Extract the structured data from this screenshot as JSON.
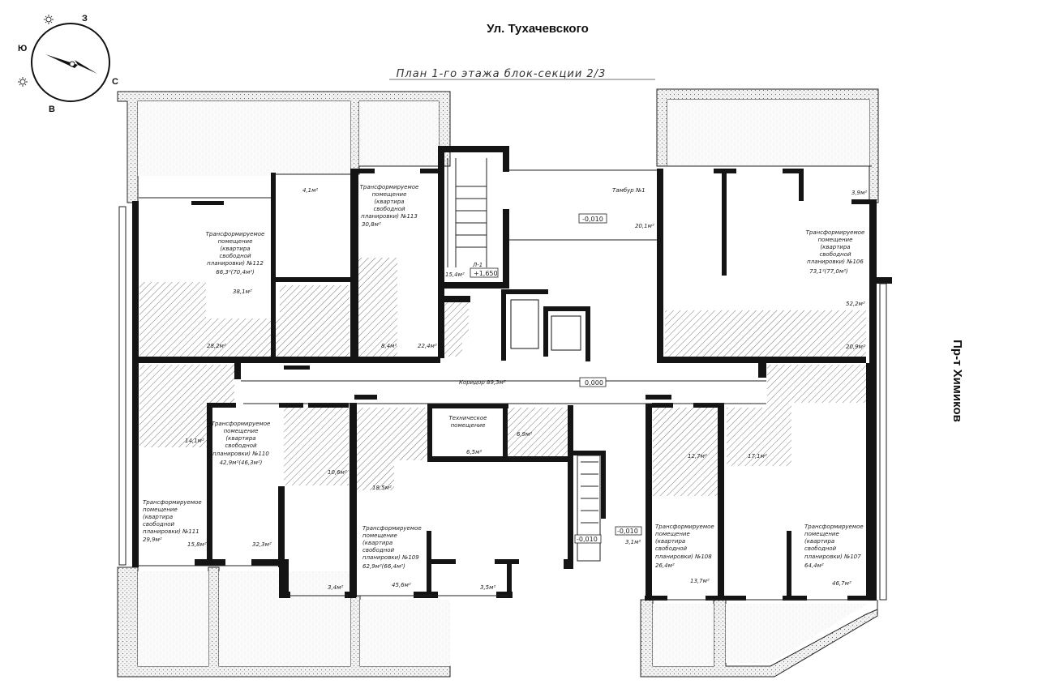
{
  "streets": {
    "top": "Ул. Тухачевского",
    "right": "Пр-т Химиков"
  },
  "plan_title": "План 1-го этажа блок-секции 2/3",
  "compass": {
    "n": "З",
    "s": "В",
    "e": "С",
    "w": "Ю"
  },
  "rooms": [
    {
      "id": "r112",
      "lines": [
        "Трансформируемое",
        "помещение",
        "(квартира",
        "свободной",
        "планировки) №112"
      ],
      "area": "66,3²(70,4м²)"
    },
    {
      "id": "r113",
      "lines": [
        "Трансформируемое",
        "помещение",
        "(квартира",
        "свободной",
        "планировки) №113"
      ],
      "area": "30,8м²"
    },
    {
      "id": "r106",
      "lines": [
        "Трансформируемое",
        "помещение",
        "(квартира",
        "свободной",
        "планировки) №106"
      ],
      "area": "73,1²(77,0м²)"
    },
    {
      "id": "r110",
      "lines": [
        "Трансформируемое",
        "помещение",
        "(квартира",
        "свободной",
        "планировки) №110"
      ],
      "area": "42,9м²(46,3м²)"
    },
    {
      "id": "r111",
      "lines": [
        "Трансформируемое",
        "помещение",
        "(квартира",
        "свободной",
        "планировки) №111"
      ],
      "area": "29,9м²"
    },
    {
      "id": "r109",
      "lines": [
        "Трансформируемое",
        "помещение",
        "(квартира",
        "свободной",
        "планировки) №109"
      ],
      "area": "62,9м²(66,4м²)"
    },
    {
      "id": "r108",
      "lines": [
        "Трансформируемое",
        "помещение",
        "(квартира",
        "свободной",
        "планировки) №108"
      ],
      "area": "26,4м²"
    },
    {
      "id": "r107",
      "lines": [
        "Трансформируемое",
        "помещение",
        "(квартира",
        "свободной",
        "планировки) №107"
      ],
      "area": "64,4м²"
    }
  ],
  "labels": {
    "tambur": "Тамбур №1",
    "corridor": "Коридор 89,3м²",
    "tech_1": "Техническое",
    "tech_2": "помещение",
    "stair": "Л-1"
  },
  "levels": {
    "tambur": "-0,010",
    "stair": "+1,650",
    "corridor": "0,000",
    "south_1": "-0,010",
    "south_2": "-0,010"
  },
  "areas": {
    "a41": "4,1м²",
    "a381": "38,1м²",
    "a282": "28,2м²",
    "a84": "8,4м²",
    "a224": "22,4м²",
    "a154": "15,4м²",
    "a201": "20,1м²",
    "a39": "3,9м²",
    "a522": "52,2м²",
    "a209": "20,9м²",
    "a141": "14,1м²",
    "a106": "10,6м²",
    "a185": "18,5м²",
    "a65": "6,5м²",
    "a69": "6,9м²",
    "a158": "15,8м²",
    "a323": "32,3м²",
    "a34": "3,4м²",
    "a456": "45,6м²",
    "a35": "3,5м²",
    "a31": "3,1м²",
    "a127": "12,7м²",
    "a171": "17,1м²",
    "a137": "13,7м²",
    "a467": "46,7м²"
  }
}
